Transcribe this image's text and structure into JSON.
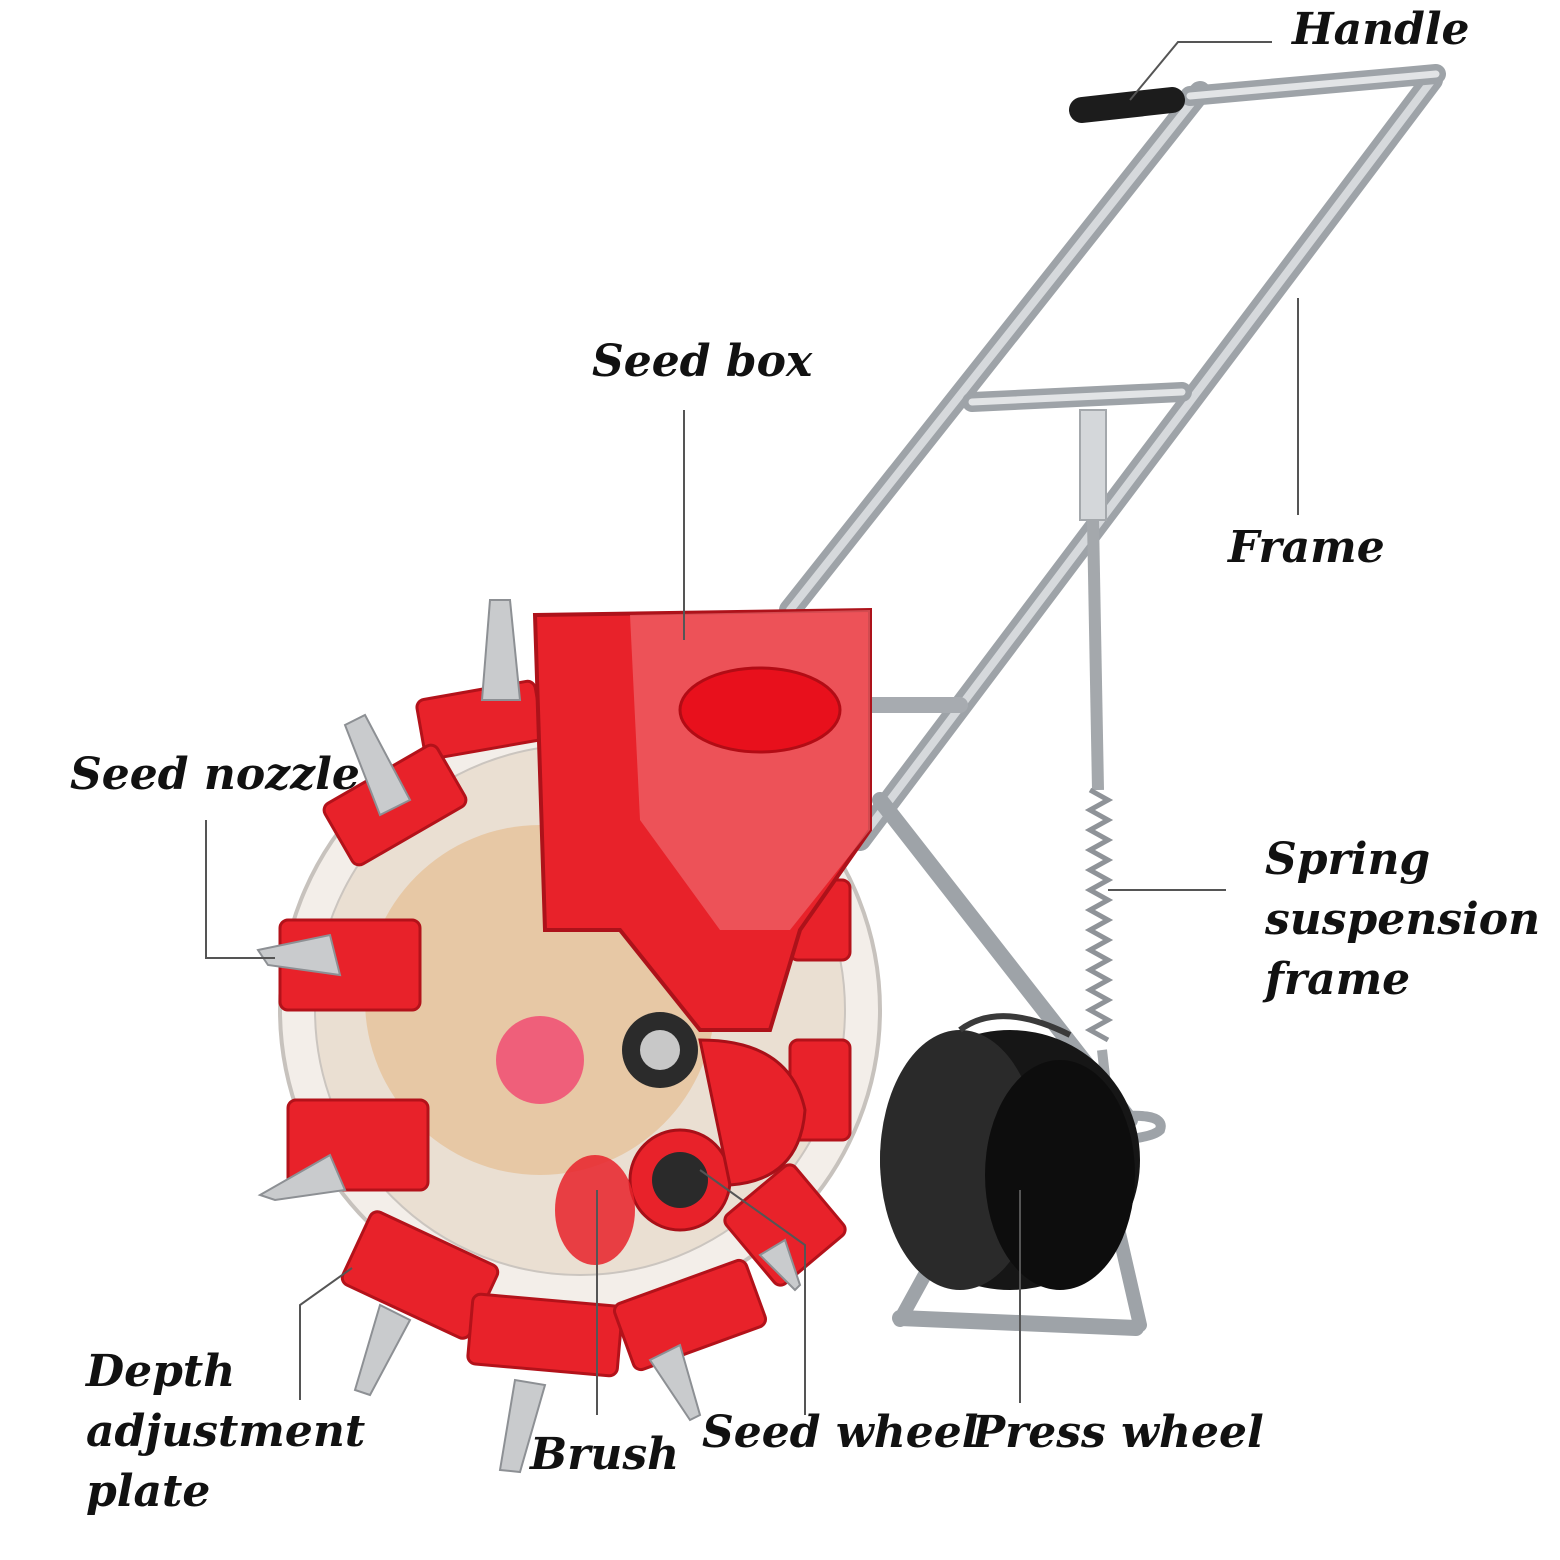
{
  "labels": {
    "handle": "Handle",
    "frame": "Frame",
    "seed_box": "Seed box",
    "seed_nozzle": "Seed nozzle",
    "spring_suspension_frame": [
      "Spring",
      "suspension",
      "frame"
    ],
    "depth_adjustment_plate": [
      "Depth",
      "adjustment",
      "plate"
    ],
    "brush": "Brush",
    "seed_wheel": "Seed wheel",
    "press_wheel": "Press wheel"
  },
  "colors": {
    "background": "#ffffff",
    "label_text": "#111111",
    "leader_line": "#555555",
    "body_red": "#e8222a",
    "frame_metal": "#b8bcc0",
    "press_wheel": "#1a1a1a"
  }
}
